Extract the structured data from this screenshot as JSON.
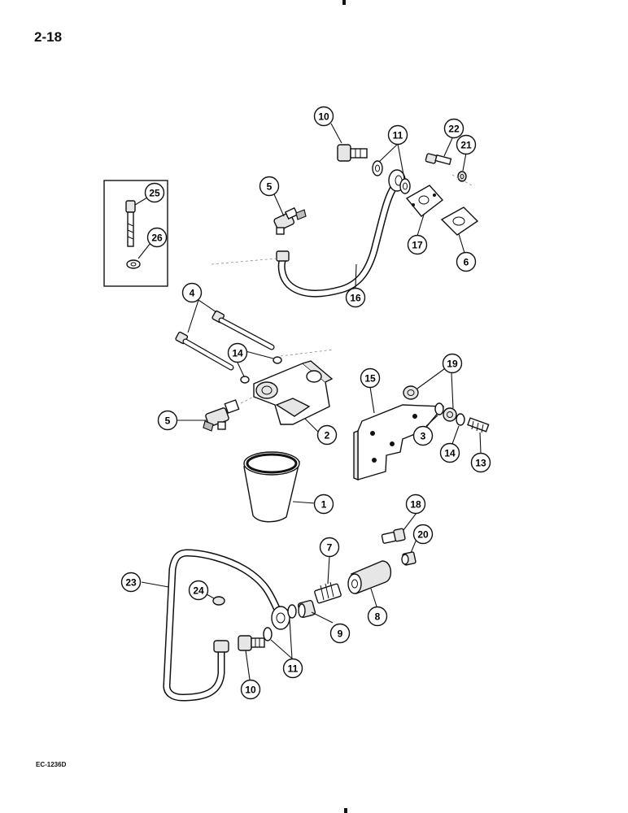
{
  "page": {
    "number": "2-18",
    "code": "EC-1236D"
  },
  "callouts": [
    {
      "id": "c10a",
      "label": "10"
    },
    {
      "id": "c11a",
      "label": "11"
    },
    {
      "id": "c22",
      "label": "22"
    },
    {
      "id": "c21",
      "label": "21"
    },
    {
      "id": "c25",
      "label": "25"
    },
    {
      "id": "c26",
      "label": "26"
    },
    {
      "id": "c5a",
      "label": "5"
    },
    {
      "id": "c17",
      "label": "17"
    },
    {
      "id": "c6",
      "label": "6"
    },
    {
      "id": "c16",
      "label": "16"
    },
    {
      "id": "c4",
      "label": "4"
    },
    {
      "id": "c14a",
      "label": "14"
    },
    {
      "id": "c15",
      "label": "15"
    },
    {
      "id": "c19",
      "label": "19"
    },
    {
      "id": "c5b",
      "label": "5"
    },
    {
      "id": "c2",
      "label": "2"
    },
    {
      "id": "c3",
      "label": "3"
    },
    {
      "id": "c14b",
      "label": "14"
    },
    {
      "id": "c13",
      "label": "13"
    },
    {
      "id": "c1",
      "label": "1"
    },
    {
      "id": "c18",
      "label": "18"
    },
    {
      "id": "c20",
      "label": "20"
    },
    {
      "id": "c7",
      "label": "7"
    },
    {
      "id": "c23",
      "label": "23"
    },
    {
      "id": "c24",
      "label": "24"
    },
    {
      "id": "c8",
      "label": "8"
    },
    {
      "id": "c9",
      "label": "9"
    },
    {
      "id": "c11b",
      "label": "11"
    },
    {
      "id": "c10b",
      "label": "10"
    }
  ]
}
